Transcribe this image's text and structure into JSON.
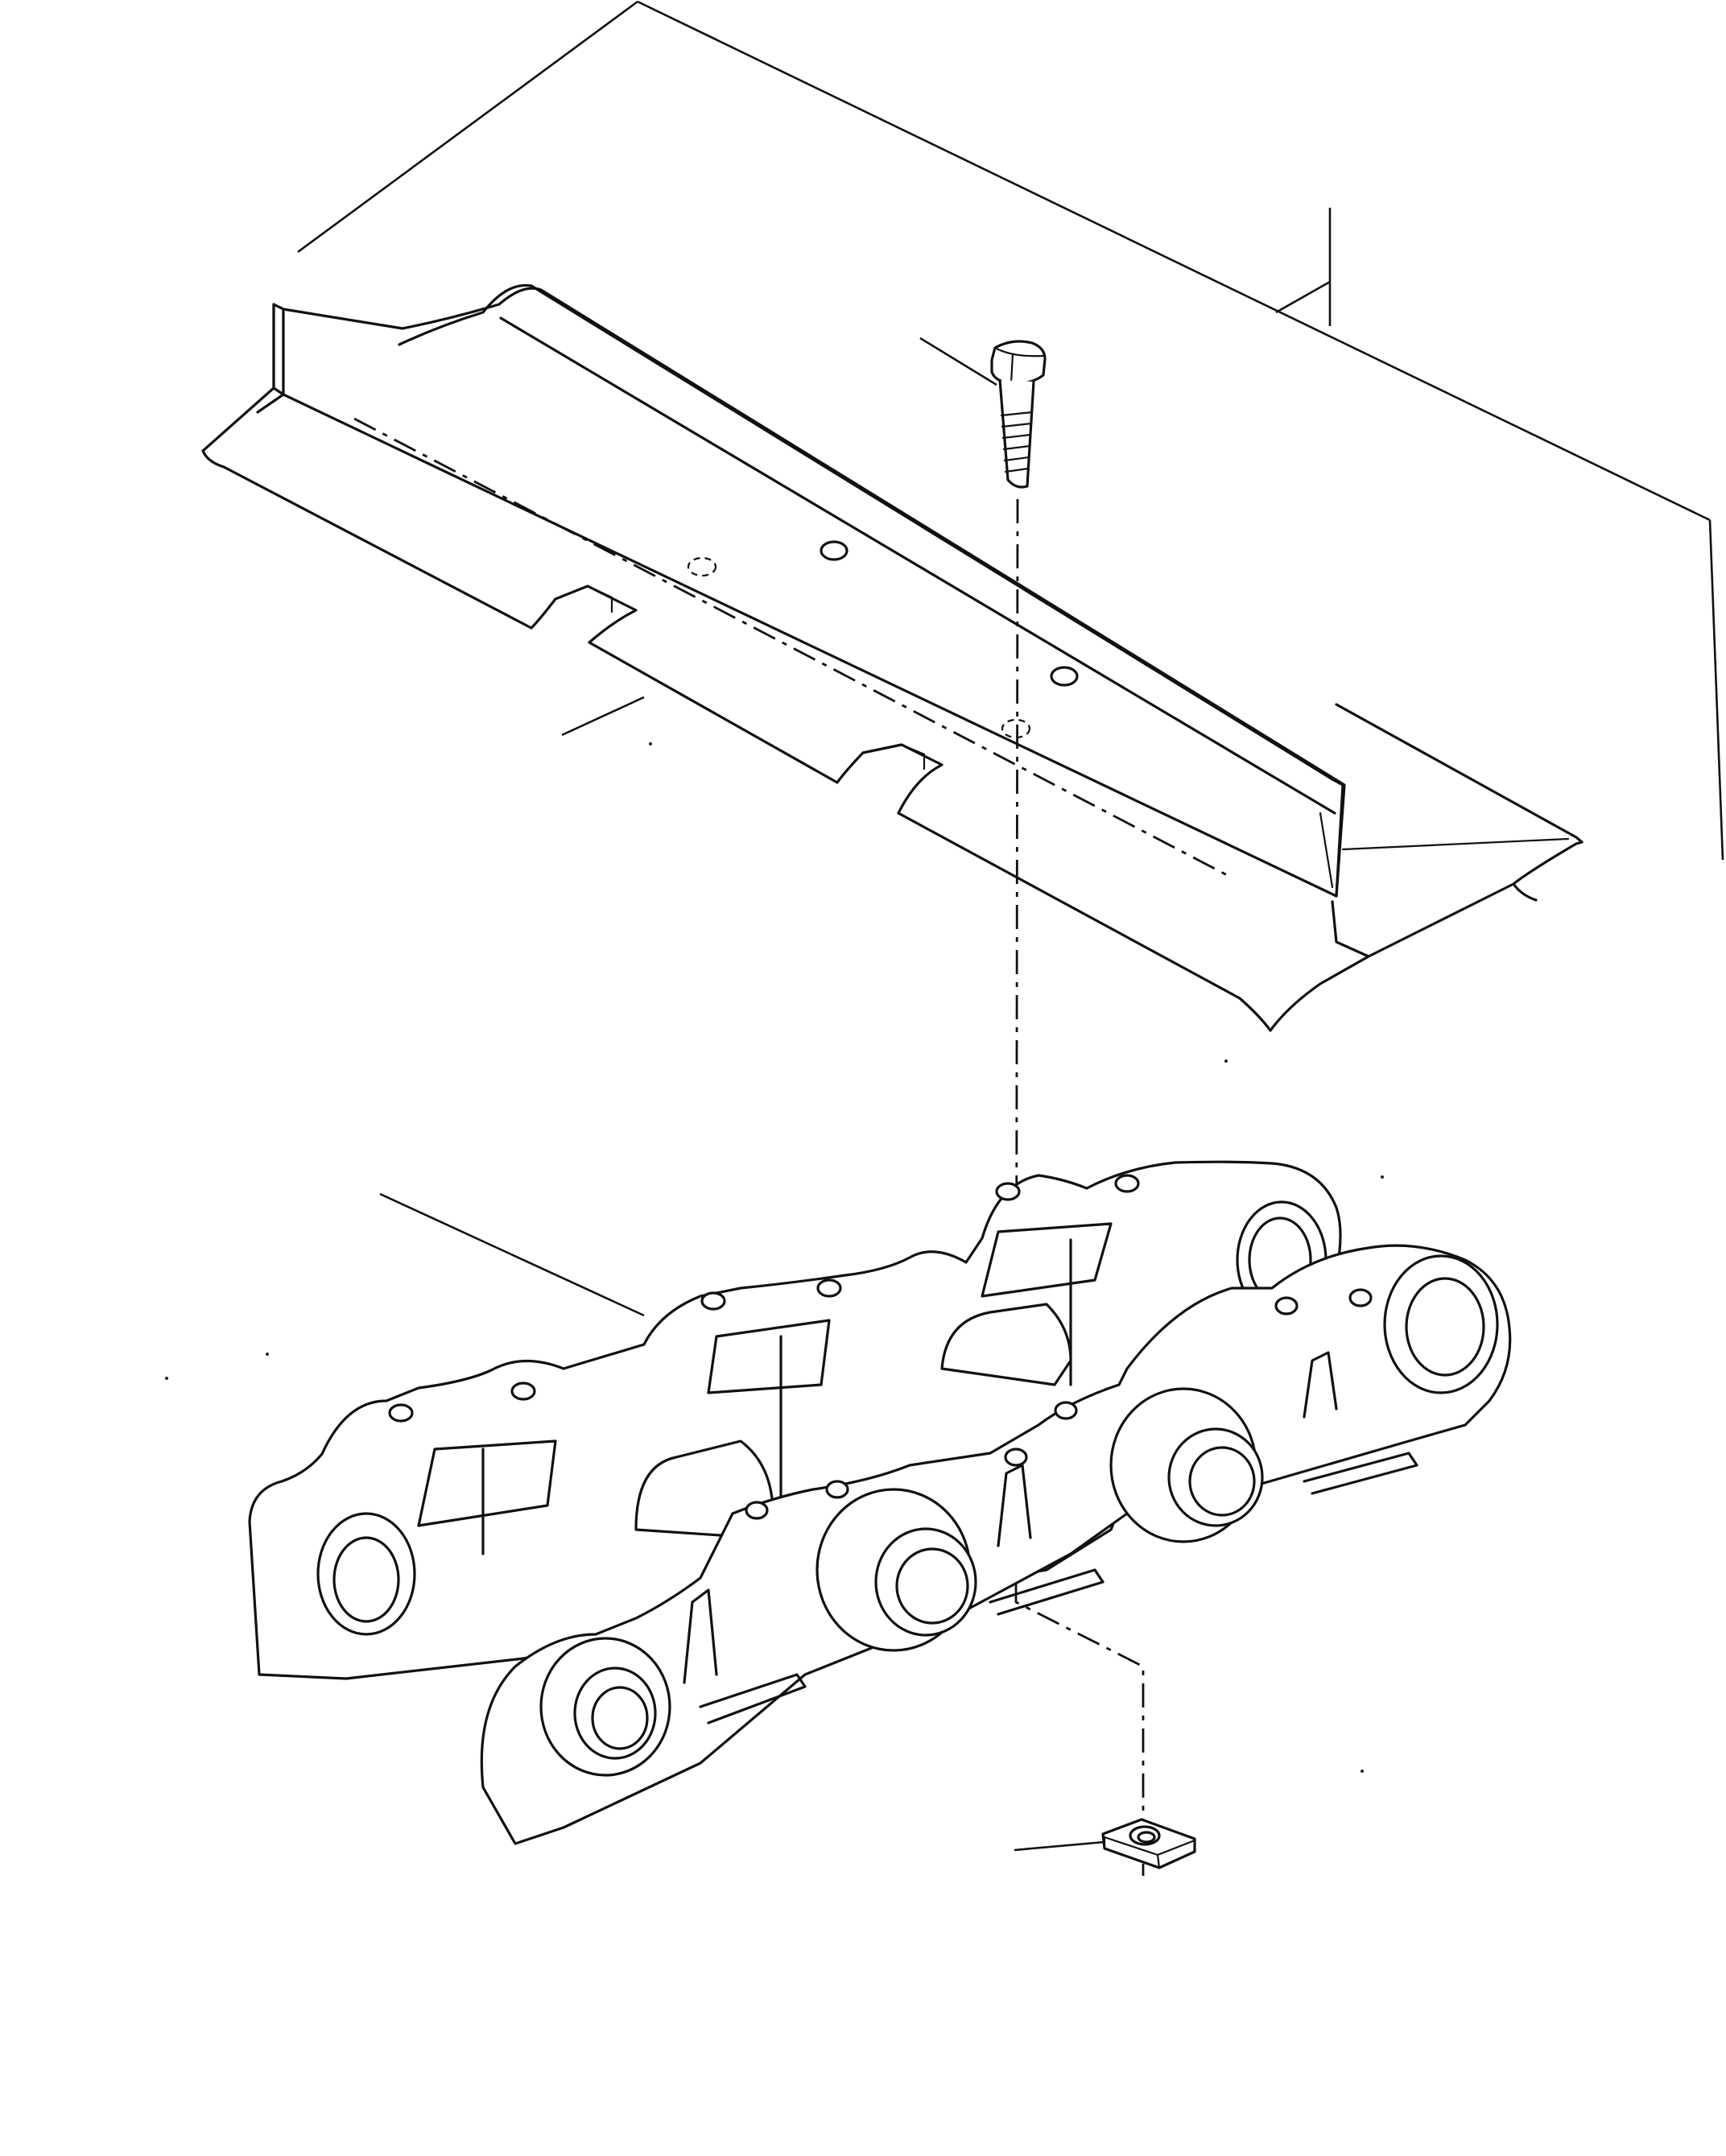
{
  "drawing": {
    "parts": [
      {
        "key": "track-shoe",
        "icon": "track-shoe-icon"
      },
      {
        "key": "shoe-bolt",
        "icon": "bolt-icon"
      },
      {
        "key": "track-link-assembly",
        "icon": "track-link-icon"
      },
      {
        "key": "shoe-nut",
        "icon": "square-nut-icon"
      }
    ],
    "footer_code": ""
  }
}
